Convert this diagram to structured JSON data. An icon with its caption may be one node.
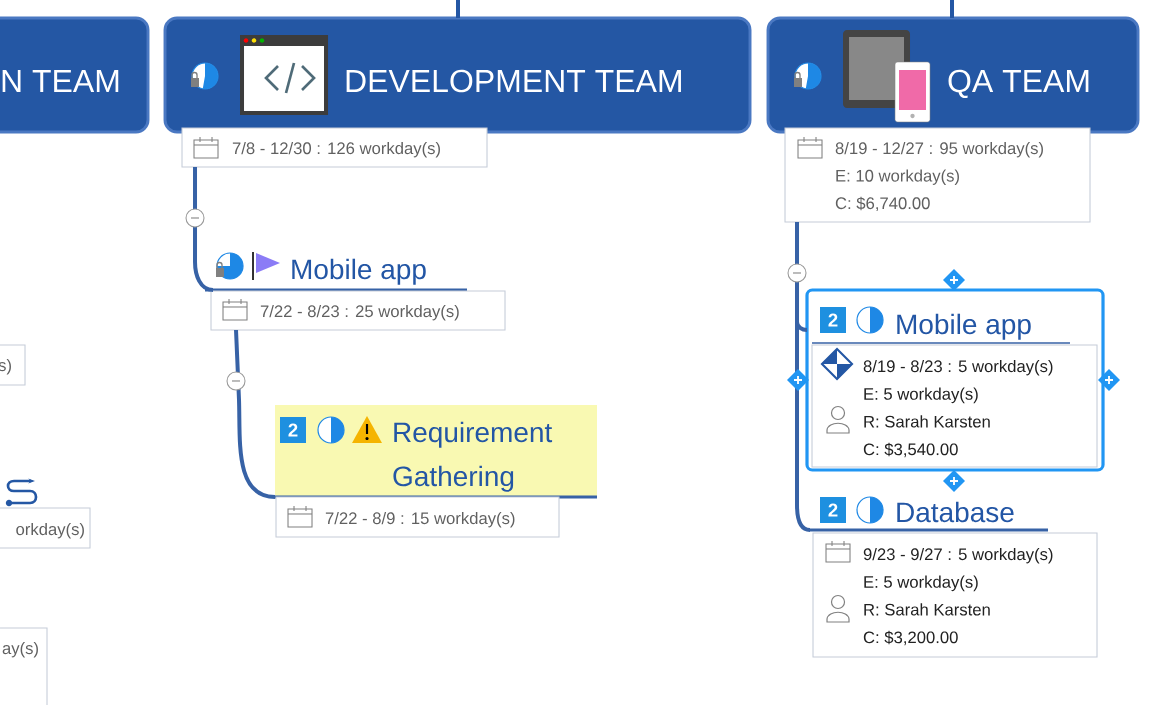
{
  "diagram": {
    "nodes": [
      {
        "text": [
          "N TEAM"
        ]
      },
      {
        "text": [
          "DEVELOPMENT TEAM"
        ]
      },
      {
        "text": [
          "QA TEAM"
        ]
      },
      {
        "text": [
          "7/8 - 12/30 : 126 workday(s)"
        ]
      },
      {
        "text": [
          "8/19 - 12/27 : 95 workday(s)",
          "E: 10 workday(s)",
          "C: $6,740.00"
        ]
      },
      {
        "text": [
          "s)"
        ]
      },
      {
        "text": [
          "Mobile app"
        ]
      },
      {
        "text": [
          "7/22 - 8/23 : 25 workday(s)"
        ]
      },
      {
        "text": [
          "orkday(s)"
        ]
      },
      {
        "text": [
          "Requirement Gathering"
        ]
      },
      {
        "text": [
          "7/22 - 8/9 : 15 workday(s)"
        ]
      },
      {
        "text": [
          "Mobile app"
        ]
      },
      {
        "text": [
          "8/19 - 8/23 : 5 workday(s)",
          "E: 5 workday(s)",
          "R: Sarah Karsten",
          "C: $3,540.00"
        ],
        "in": 11
      },
      {
        "text": [
          "Database"
        ]
      },
      {
        "text": [
          "9/23 - 9/27 : 5 workday(s)",
          "E: 5 workday(s)",
          "R: Sarah Karsten",
          "C: $3,200.00"
        ]
      },
      {
        "text": [
          "ay(s)"
        ]
      }
    ],
    "edges": [
      {
        "from": null,
        "to": 1,
        "arrow": "none"
      },
      {
        "from": null,
        "to": 2,
        "arrow": "none"
      },
      {
        "from": 3,
        "to": 6,
        "arrow": "none"
      },
      {
        "from": 7,
        "to": 9,
        "arrow": "none"
      },
      {
        "from": 4,
        "to": 11,
        "arrow": "none"
      },
      {
        "from": 4,
        "to": 13,
        "arrow": "none"
      }
    ],
    "labels": [
      "2",
      "2",
      "2"
    ]
  }
}
